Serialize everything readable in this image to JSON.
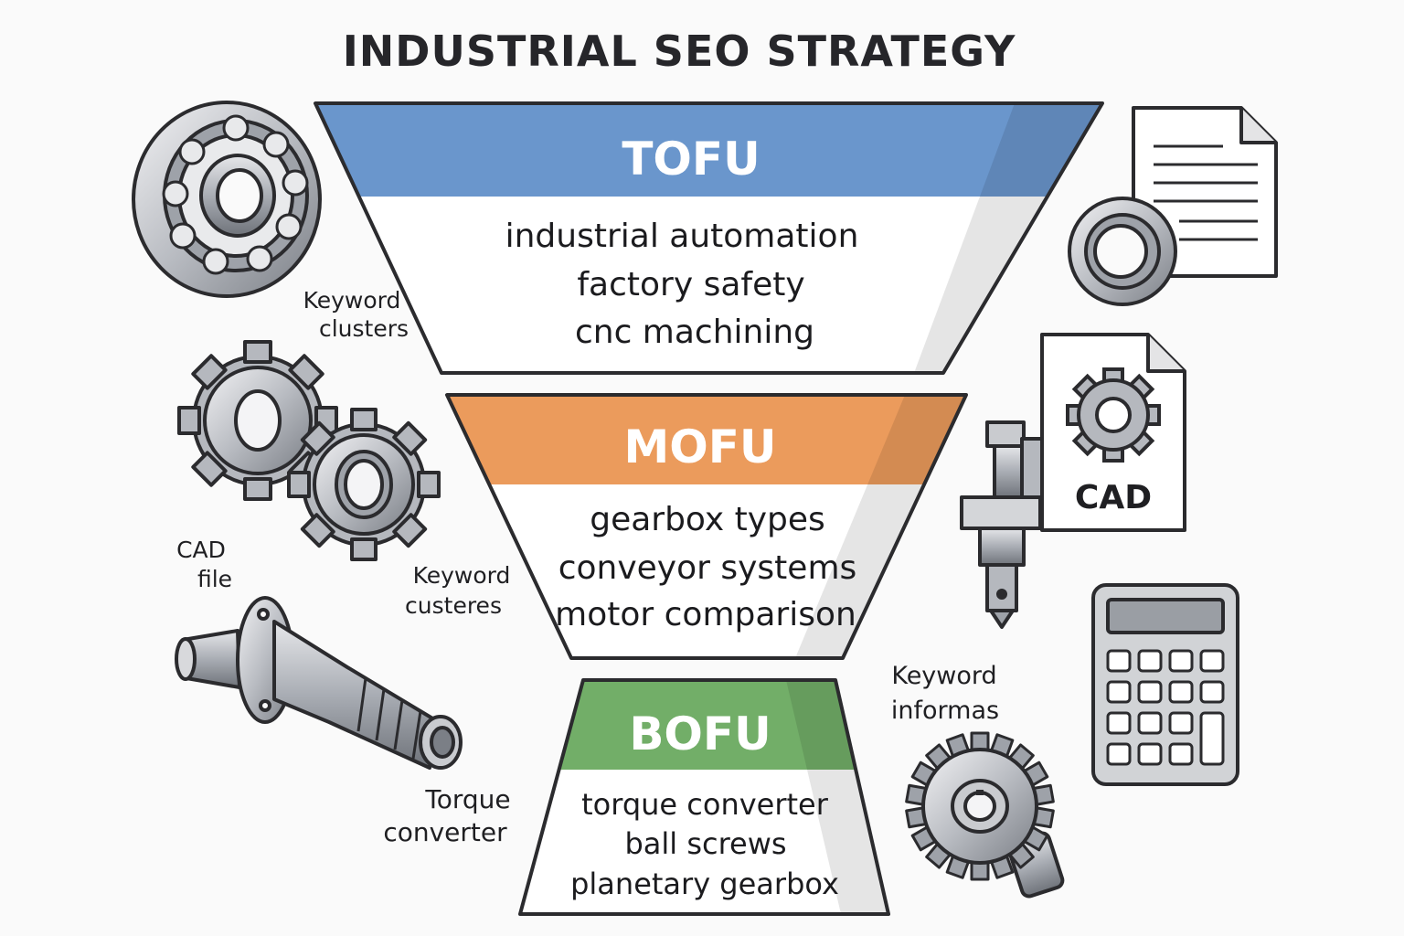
{
  "title": "INDUSTRIAL SEO STRATEGY",
  "funnel": {
    "tofu": {
      "label": "TOFU",
      "color": "#6a96cc",
      "keywords": [
        "industrial automation",
        "factory safety",
        "cnc machining"
      ]
    },
    "mofu": {
      "label": "MOFU",
      "color": "#eb9b5c",
      "keywords": [
        "gearbox types",
        "conveyor systems",
        "motor comparison"
      ]
    },
    "bofu": {
      "label": "BOFU",
      "color": "#72ae68",
      "keywords": [
        "torque converter",
        "ball screws",
        "planetary gearbox"
      ]
    }
  },
  "side_labels": {
    "keyword_clusters": [
      "Keyword",
      "clusters"
    ],
    "cad_file": [
      "CAD",
      "file"
    ],
    "keyword_custeres": [
      "Keyword",
      "custeres"
    ],
    "torque_converter": [
      "Torque",
      "converter"
    ],
    "keyword_informas": [
      "Keyword",
      "informas"
    ]
  },
  "cad_doc_label": "CAD",
  "icons": [
    "ball-bearing-icon",
    "gear-pair-icon",
    "flanged-shaft-icon",
    "document-icon",
    "bearing-ring-icon",
    "cad-file-icon",
    "spark-plug-icon",
    "calculator-icon",
    "bevel-gear-icon"
  ]
}
